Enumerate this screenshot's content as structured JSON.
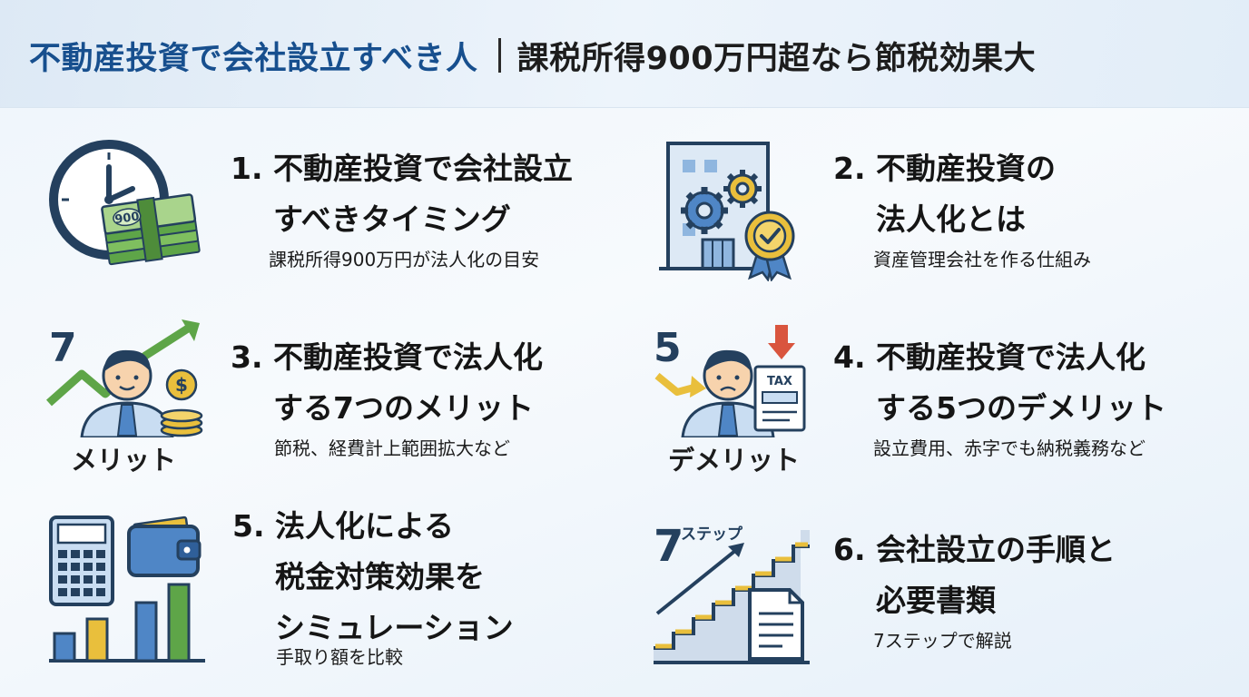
{
  "header": {
    "title_main": "不動産投資で会社設立すべき人",
    "title_sub": "課税所得900万円超なら節税効果大"
  },
  "items": [
    {
      "number": "1.",
      "title_line1": "不動産投資で会社設立",
      "title_line2": "すべきタイミング",
      "subtitle": "課税所得900万円が法人化の目安",
      "icon": "clock-money-icon",
      "icon_text": "900"
    },
    {
      "number": "2.",
      "title_line1": "不動産投資の",
      "title_line2": "法人化とは",
      "subtitle": "資産管理会社を作る仕組み",
      "icon": "building-gears-badge-icon"
    },
    {
      "number": "3.",
      "title_line1": "不動産投資で法人化",
      "title_line2": "する7つのメリット",
      "subtitle": "節税、経費計上範囲拡大など",
      "icon": "businessman-growth-icon",
      "icon_number": "7",
      "icon_caption": "メリット"
    },
    {
      "number": "4.",
      "title_line1": "不動産投資で法人化",
      "title_line2": "する5つのデメリット",
      "subtitle": "設立費用、赤字でも納税義務など",
      "icon": "businessman-tax-icon",
      "icon_number": "5",
      "icon_caption": "デメリット",
      "icon_doc_text": "TAX"
    },
    {
      "number": "5.",
      "title_line1": "法人化による",
      "title_line2": "税金対策効果を",
      "title_line3": "シミュレーション",
      "subtitle": "手取り額を比較",
      "icon": "calculator-wallet-chart-icon"
    },
    {
      "number": "6.",
      "title_line1": "会社設立の手順と",
      "title_line2": "必要書類",
      "subtitle": "7ステップで解説",
      "icon": "stairs-document-icon",
      "icon_number": "7",
      "icon_caption": "ステップ"
    }
  ],
  "colors": {
    "title_blue": "#174f8e",
    "icon_navy": "#24405e",
    "icon_blue": "#4f86c6",
    "icon_light_blue": "#c9ddf2",
    "icon_green": "#5ea548",
    "icon_gold": "#e9bf3c",
    "icon_red": "#d9553e",
    "icon_skin": "#f7d3ad"
  }
}
